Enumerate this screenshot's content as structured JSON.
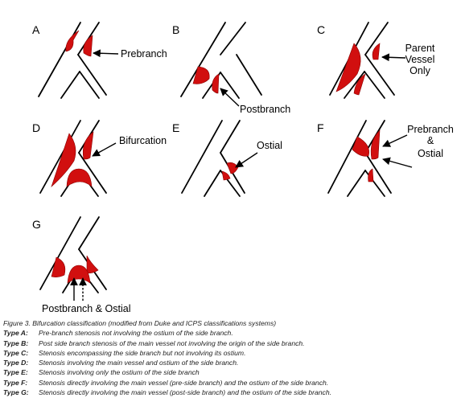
{
  "panels": [
    {
      "label": "A",
      "callout": "Prebranch"
    },
    {
      "label": "B",
      "callout": "Postbranch"
    },
    {
      "label": "C",
      "callout_lines": [
        "Parent",
        "Vessel",
        "Only"
      ]
    },
    {
      "label": "D",
      "callout": "Bifurcation"
    },
    {
      "label": "E",
      "callout": "Ostial"
    },
    {
      "label": "F",
      "callout_lines": [
        "Prebranch",
        "&",
        "Ostial"
      ]
    },
    {
      "label": "G",
      "callout": "Postbranch & Ostial"
    }
  ],
  "caption": {
    "title": "Figure 3. Bifurcation classification (modified from Duke and ICPS classifications systems)",
    "types": [
      {
        "type": "Type A:",
        "text": "Pre-branch stenosis not involving the ostium of the side branch."
      },
      {
        "type": "Type B:",
        "text": "Post side branch stenosis of the main vessel not involving the origin of the side branch."
      },
      {
        "type": "Type C:",
        "text": "Stenosis encompassing the side branch but not involving its ostium."
      },
      {
        "type": "Type D:",
        "text": "Stenosis involving the main vessel and ostium of the side branch."
      },
      {
        "type": "Type E:",
        "text": "Stenosis involving only the ostium of the side branch"
      },
      {
        "type": "Type F:",
        "text": "Stenosis directly involving the main vessel (pre-side branch) and the ostium of the side branch."
      },
      {
        "type": "Type G:",
        "text": "Stenosis directly involving the main vessel (post-side branch) and the ostium of the side branch."
      }
    ]
  },
  "colors": {
    "lesion": "#d10f0f",
    "vessel": "#000000"
  }
}
